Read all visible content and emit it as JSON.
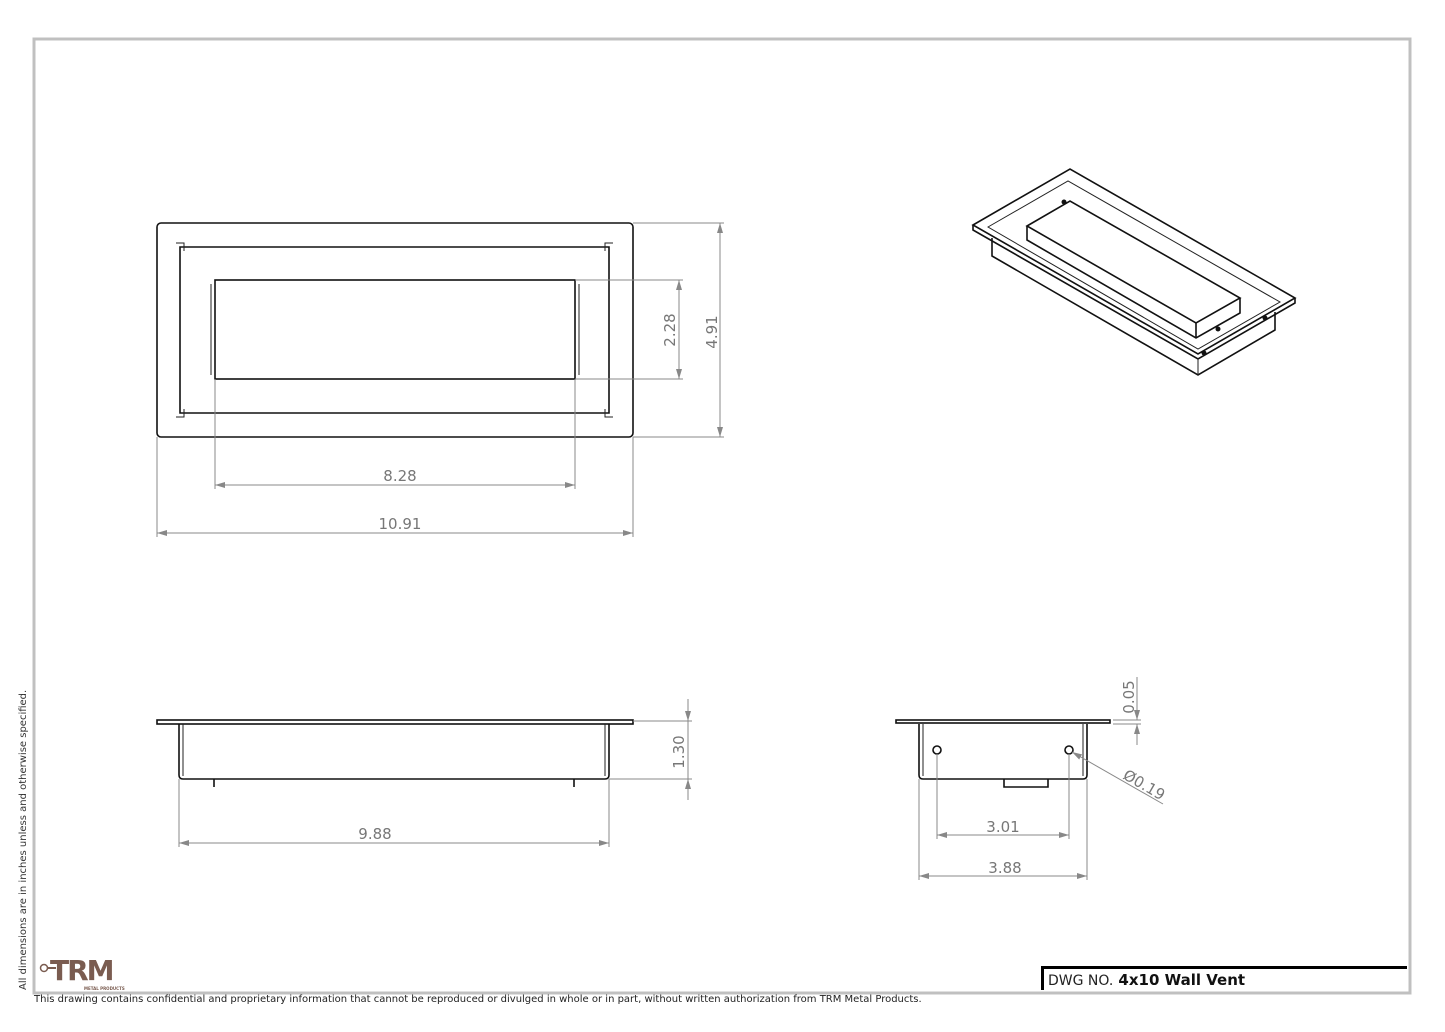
{
  "drawing": {
    "dwg_no_label": "DWG NO.",
    "dwg_no_value": "4x10 Wall Vent",
    "units_note": "All dimensions are in inches unless and otherwise specified.",
    "confidentiality_note": "This drawing contains confidential and proprietary information that cannot be reproduced or divulged in whole or in part, without written authorization from TRM Metal Products.",
    "logo": {
      "main": "TRM",
      "sub": "METAL PRODUCTS"
    }
  },
  "dimensions": {
    "top_view": {
      "height_outer": "4.91",
      "height_opening": "2.28",
      "width_opening": "8.28",
      "width_outer": "10.91"
    },
    "front_view": {
      "depth": "1.30",
      "width_box": "9.88"
    },
    "side_view": {
      "flange_thickness": "0.05",
      "hole_diameter": "Ø0.19",
      "hole_spacing": "3.01",
      "width_box": "3.88"
    }
  },
  "colors": {
    "part_line": "#111111",
    "dimension_line": "#888888",
    "border": "#c0c0c0",
    "logo": "#7a5c50"
  }
}
